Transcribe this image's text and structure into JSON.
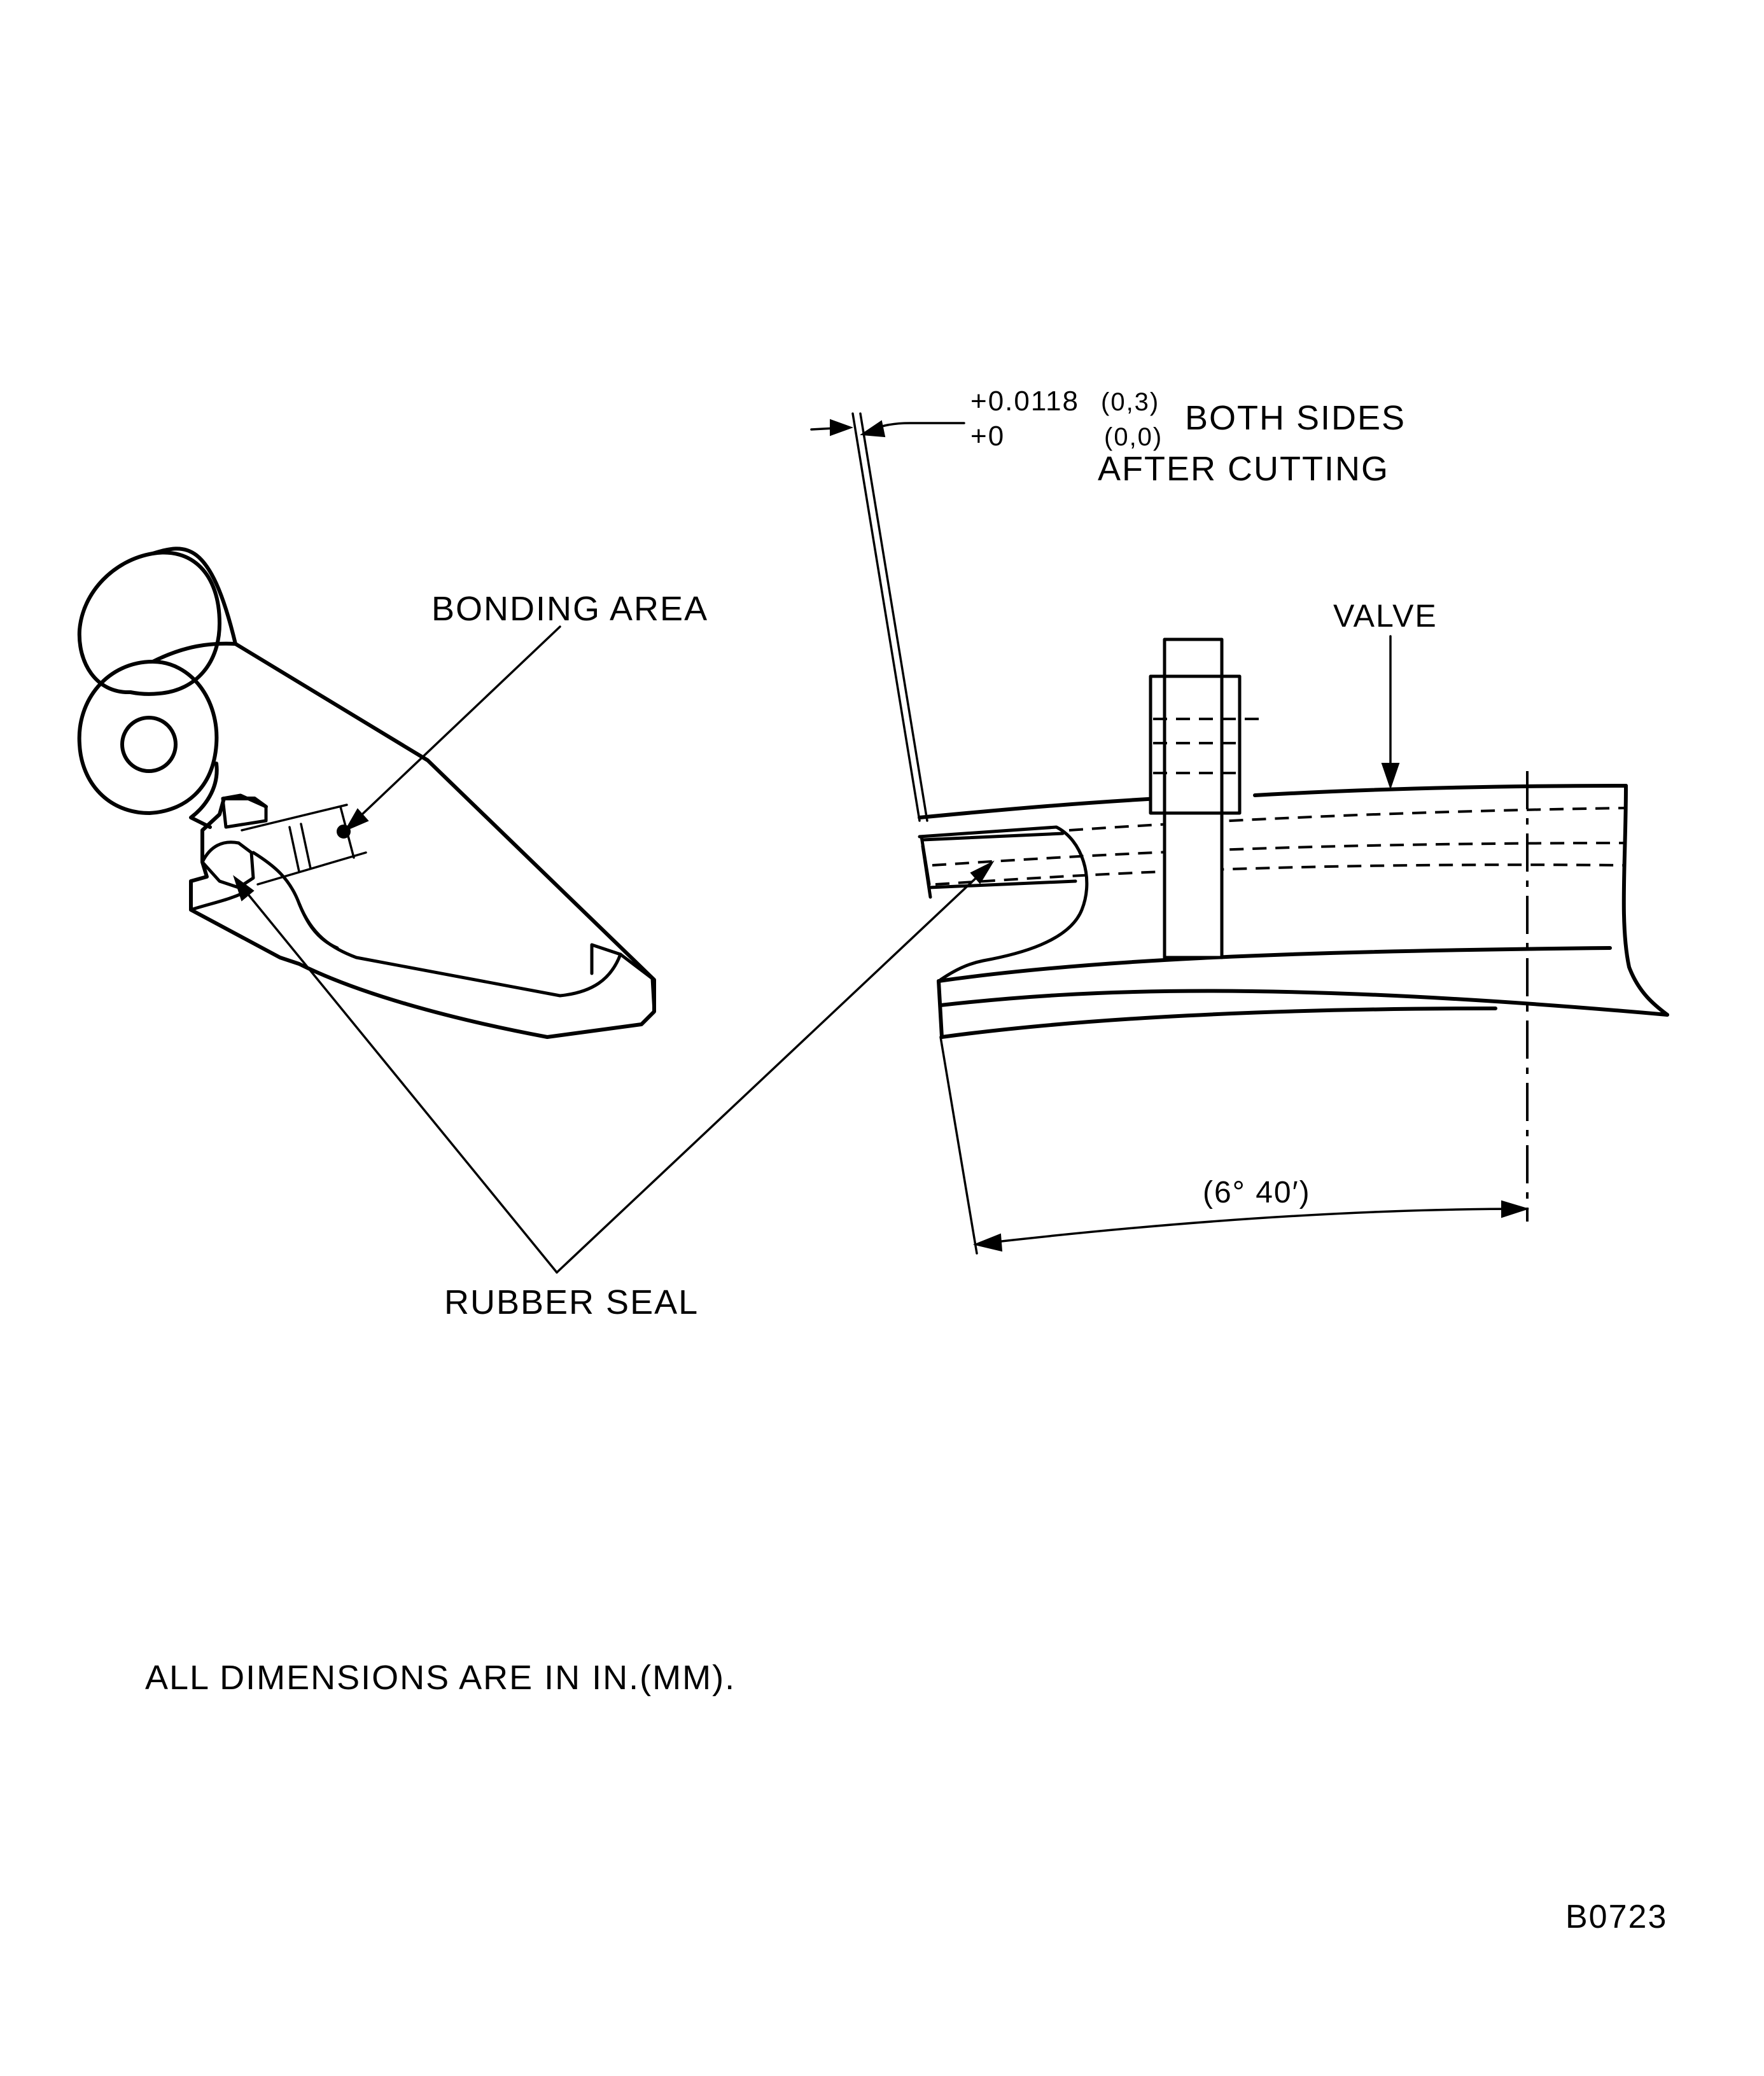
{
  "labels": {
    "tolerance_upper": "+0.0118",
    "tolerance_upper_mm": "(0,3)",
    "tolerance_lower": "+0",
    "tolerance_lower_mm": "(0,0)",
    "both_sides": "BOTH SIDES",
    "after_cutting": "AFTER CUTTING",
    "bonding_area": "BONDING AREA",
    "valve": "VALVE",
    "angle": "(6° 40′)",
    "rubber_seal": "RUBBER SEAL",
    "note": "ALL DIMENSIONS ARE IN IN.(MM).",
    "figure_id": "B0723"
  }
}
